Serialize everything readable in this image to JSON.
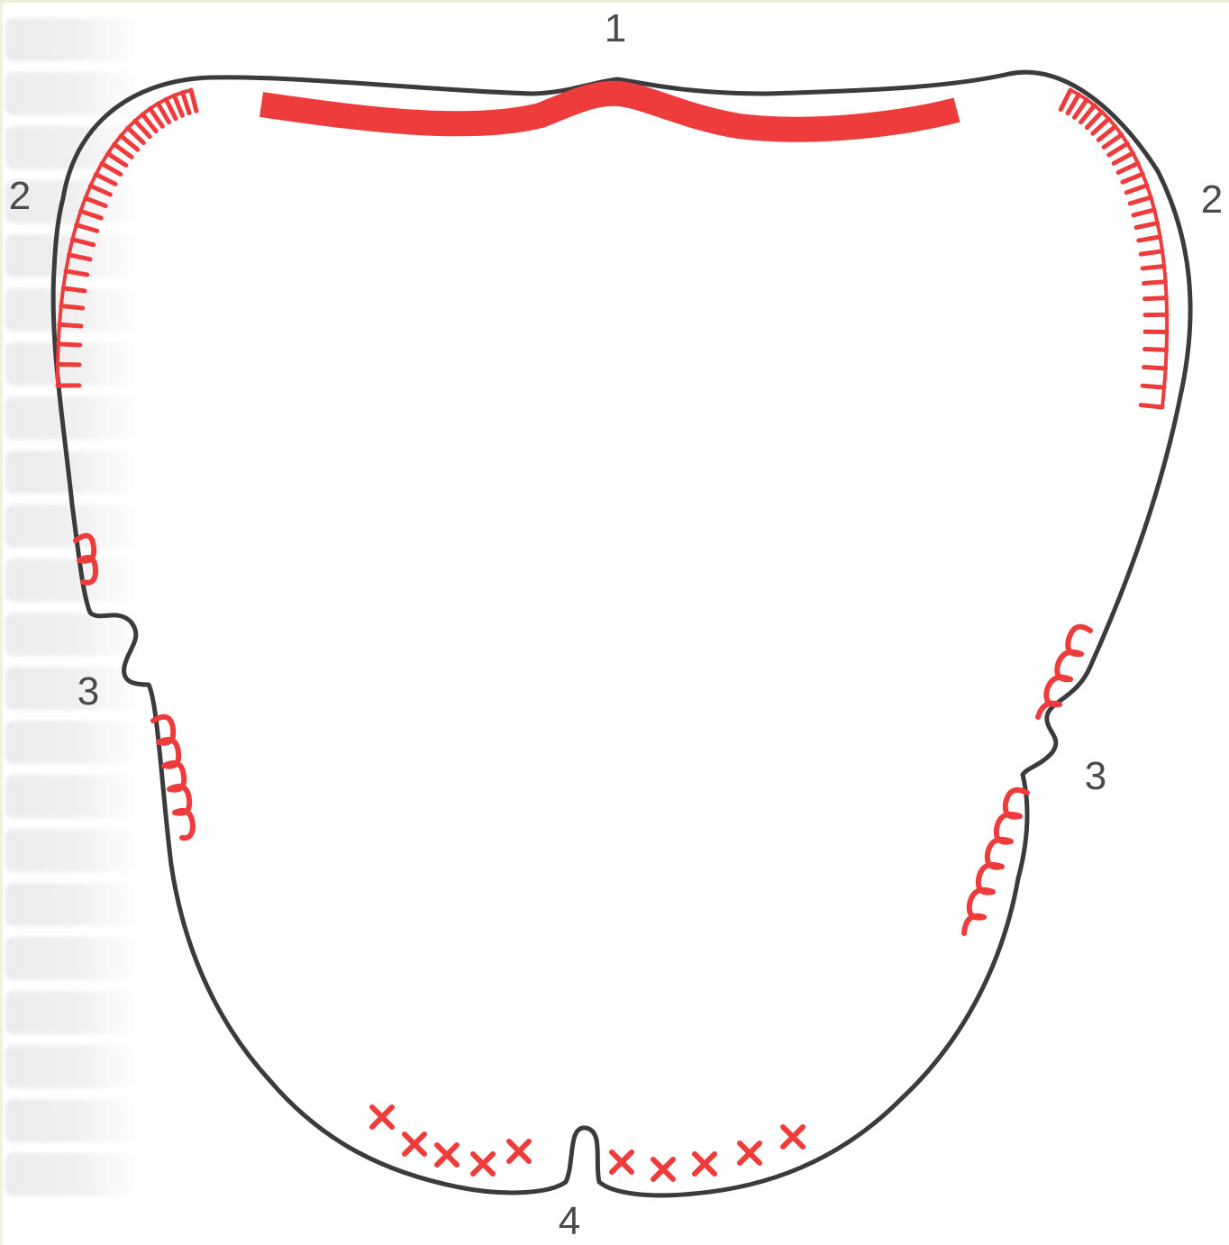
{
  "labels": {
    "zone_1": "1",
    "zone_2_left": "2",
    "zone_2_right": "2",
    "zone_3_left": "3",
    "zone_3_right": "3",
    "zone_4": "4"
  },
  "colors": {
    "outline": "#3b3b3b",
    "accent_red": "#ee3b3b",
    "label": "#4a4a4a",
    "frame_tint": "#eef4e0"
  }
}
